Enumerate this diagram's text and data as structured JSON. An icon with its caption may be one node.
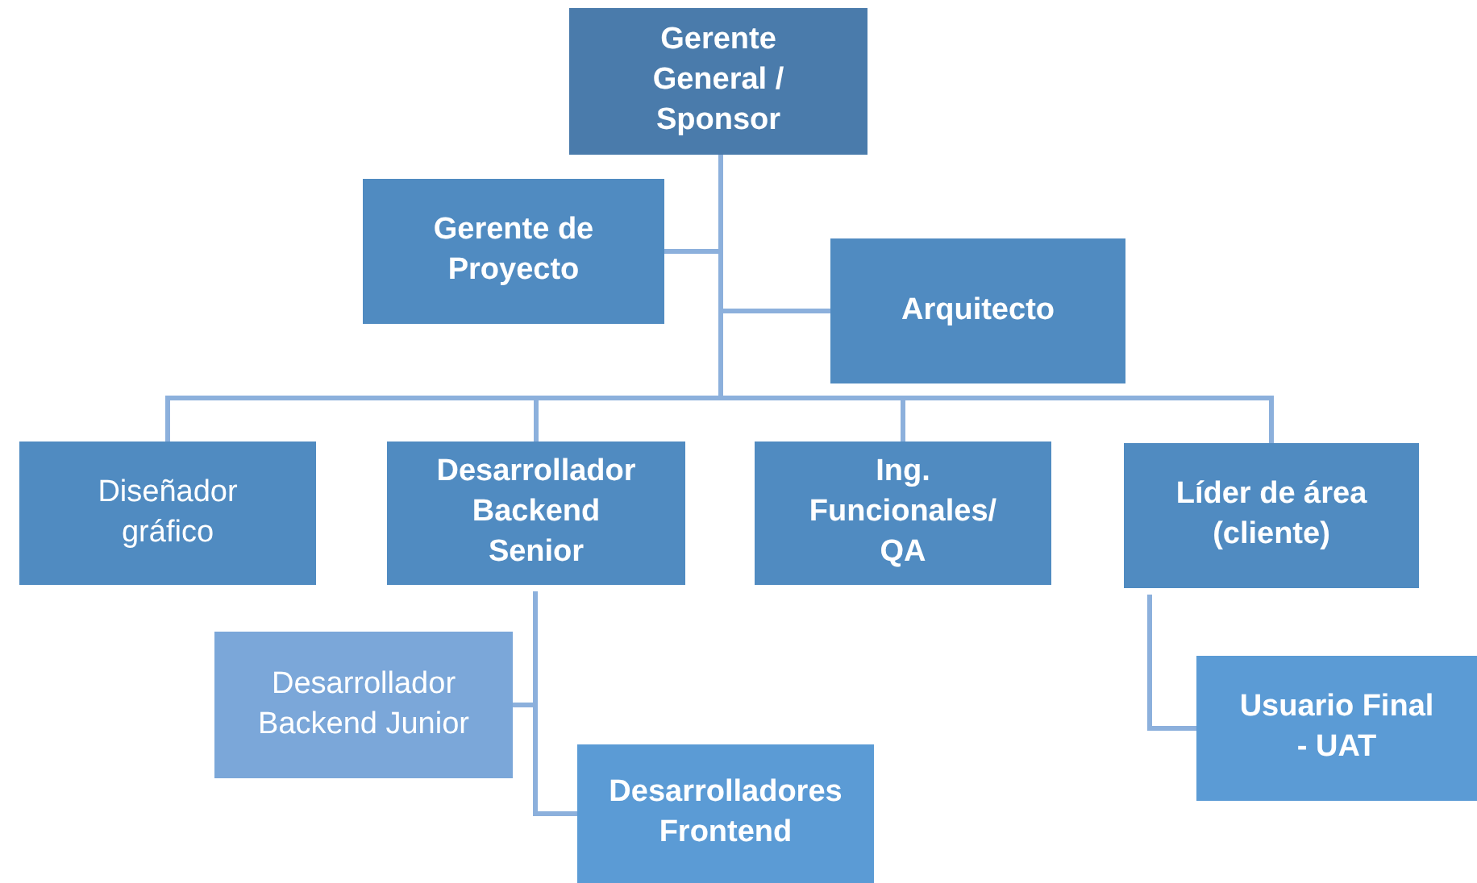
{
  "diagram": {
    "nodes": [
      {
        "text": [
          "Gerente General / Sponsor"
        ]
      },
      {
        "text": [
          "Gerente de Proyecto"
        ]
      },
      {
        "text": [
          "Arquitecto"
        ]
      },
      {
        "text": [
          "Diseñador gráfico"
        ]
      },
      {
        "text": [
          "Desarrollador Backend Senior"
        ]
      },
      {
        "text": [
          "Ing. Funcionales/ QA"
        ]
      },
      {
        "text": [
          "Líder de área (cliente)"
        ]
      },
      {
        "text": [
          "Desarrollador Backend Junior"
        ]
      },
      {
        "text": [
          "Desarrolladores Frontend"
        ]
      },
      {
        "text": [
          "Usuario Final - UAT"
        ]
      }
    ],
    "edges": [
      {
        "from": 0,
        "to": 1,
        "arrow": "none"
      },
      {
        "from": 0,
        "to": 2,
        "arrow": "none"
      },
      {
        "from": 0,
        "to": 3,
        "arrow": "none"
      },
      {
        "from": 0,
        "to": 4,
        "arrow": "none"
      },
      {
        "from": 0,
        "to": 5,
        "arrow": "none"
      },
      {
        "from": 0,
        "to": 6,
        "arrow": "none"
      },
      {
        "from": 4,
        "to": 7,
        "arrow": "none"
      },
      {
        "from": 4,
        "to": 8,
        "arrow": "none"
      },
      {
        "from": 6,
        "to": 9,
        "arrow": "none"
      }
    ]
  }
}
